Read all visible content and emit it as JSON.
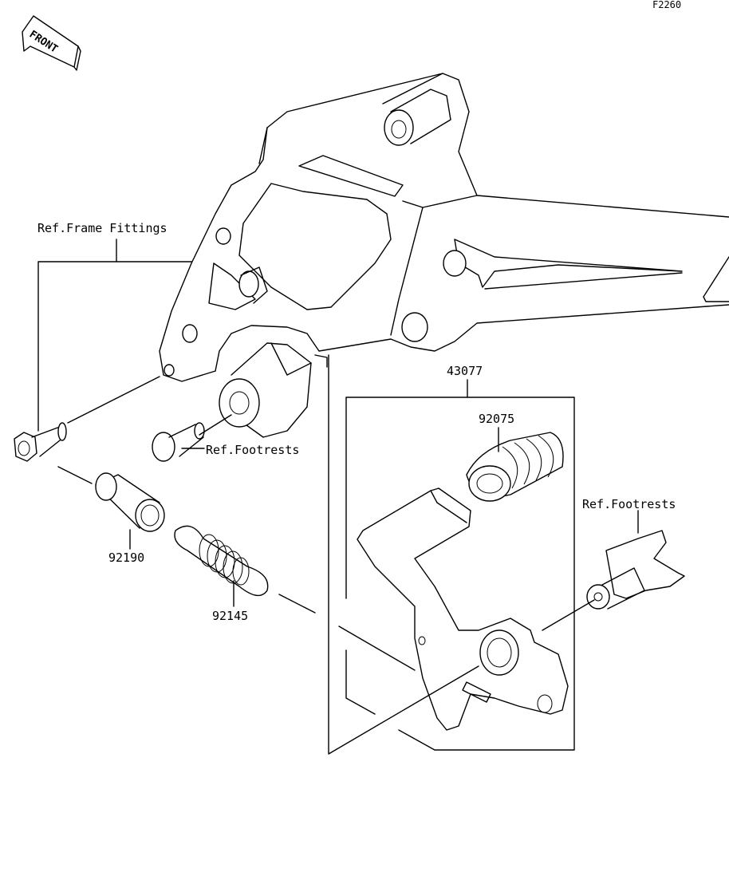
{
  "figure_code": "F2260",
  "front_badge": "FRONT",
  "labels": {
    "frame_fittings": "Ref.Frame Fittings",
    "footrests_left": "Ref.Footrests",
    "footrests_right": "Ref.Footrests",
    "part_43077": "43077",
    "part_92075": "92075",
    "part_92190": "92190",
    "part_92145": "92145"
  }
}
